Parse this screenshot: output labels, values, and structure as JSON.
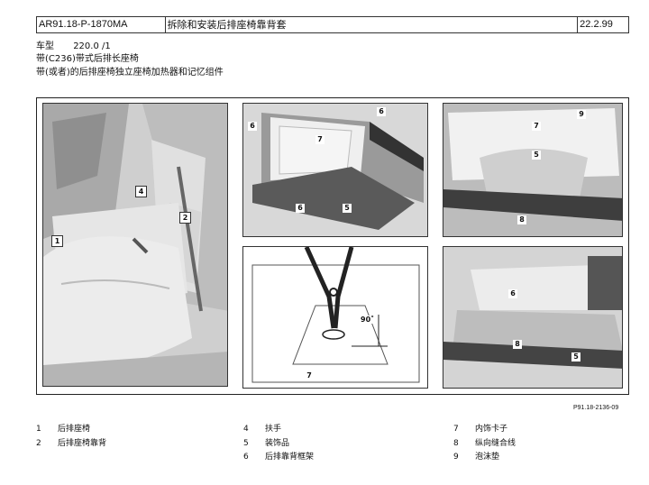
{
  "header": {
    "doc_id": "AR91.18-P-1870MA",
    "title": "拆除和安装后排座椅靠背套",
    "date": "22.2.99"
  },
  "meta": {
    "model_label": "车型",
    "model_value": "220.0 /1",
    "line2": "带(C236)带式后排长座椅",
    "line3": "带(或者)的后排座椅独立座椅加热器和记忆组件"
  },
  "figure": {
    "ref": "P91.18-2136-09",
    "angle_label": "90˚"
  },
  "callouts": {
    "p1": [
      "1",
      "4",
      "2"
    ],
    "p2": [
      "6",
      "7",
      "6",
      "6",
      "5"
    ],
    "p3": [
      "7",
      "9",
      "5",
      "8"
    ],
    "p4": [
      "7"
    ],
    "p5": [
      "6",
      "8",
      "5"
    ]
  },
  "legend": [
    {
      "num": "1",
      "text": "后排座椅"
    },
    {
      "num": "2",
      "text": "后排座椅靠背"
    },
    {
      "num": "4",
      "text": "扶手"
    },
    {
      "num": "5",
      "text": "装饰品"
    },
    {
      "num": "6",
      "text": "后排靠背框架"
    },
    {
      "num": "7",
      "text": "内饰卡子"
    },
    {
      "num": "8",
      "text": "纵向缝合线"
    },
    {
      "num": "9",
      "text": "泡沫垫"
    }
  ]
}
